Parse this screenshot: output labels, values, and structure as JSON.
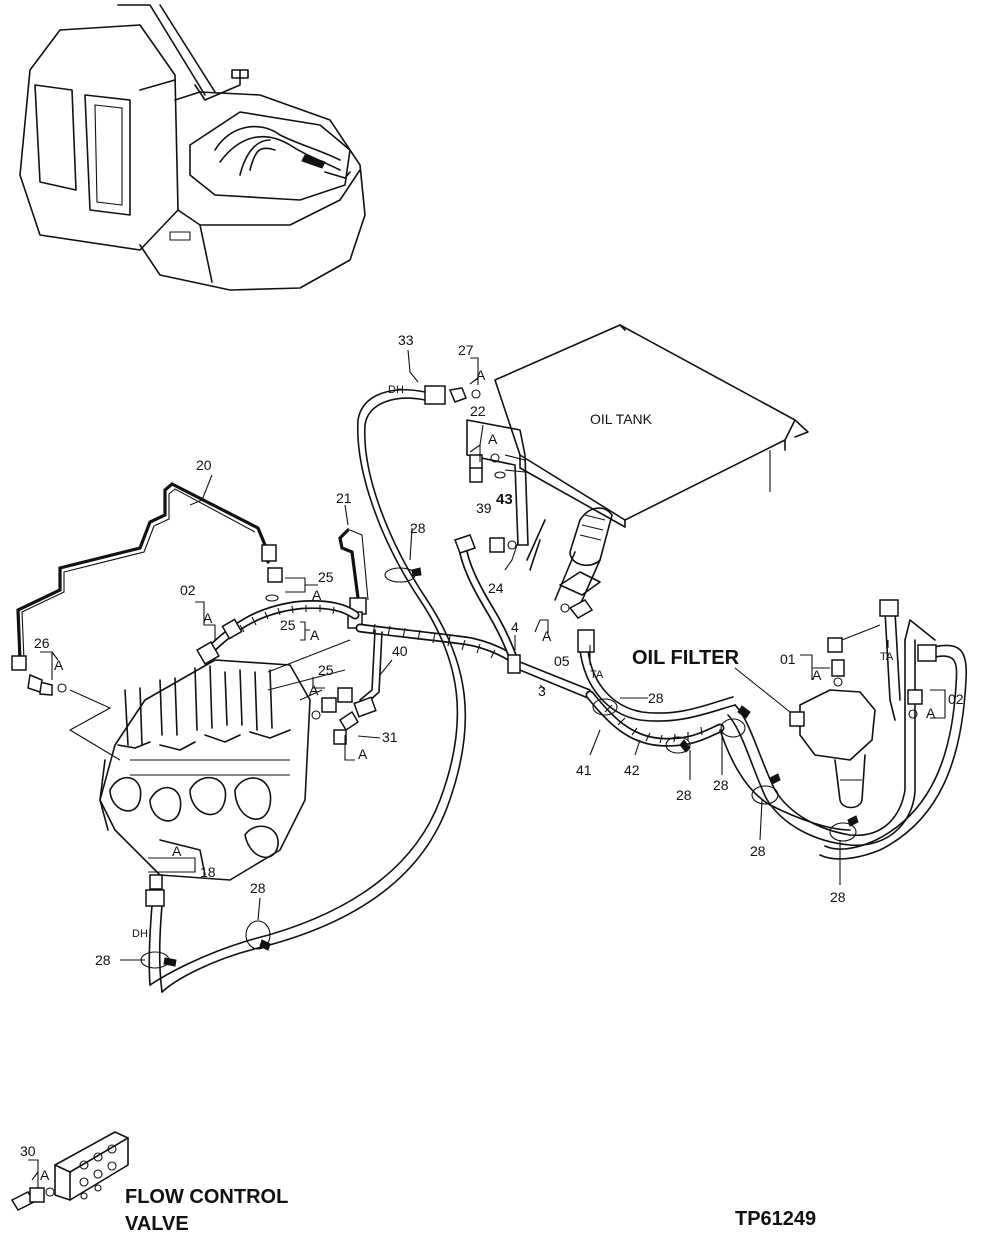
{
  "labels": {
    "oil_tank": "OIL  TANK",
    "oil_filter": "OIL FILTER",
    "flow_control_line1": "FLOW CONTROL",
    "flow_control_line2": "VALVE",
    "figure_code": "TP61249",
    "dh": "DH",
    "ta": "TA",
    "a": "A"
  },
  "part_numbers": {
    "p01": "01",
    "p02": "02",
    "p05": "05",
    "p3": "3",
    "p4": "4",
    "p18": "18",
    "p20": "20",
    "p21": "21",
    "p22": "22",
    "p24": "24",
    "p25": "25",
    "p26": "26",
    "p27": "27",
    "p28": "28",
    "p30": "30",
    "p31": "31",
    "p33": "33",
    "p39": "39",
    "p40": "40",
    "p41": "41",
    "p42": "42",
    "p43": "43"
  },
  "icons": [
    "excavator-overview-icon",
    "oil-tank-icon",
    "control-valve-icon",
    "oil-filter-icon",
    "flow-control-valve-icon",
    "hose-clamp-icon",
    "fitting-icon"
  ]
}
